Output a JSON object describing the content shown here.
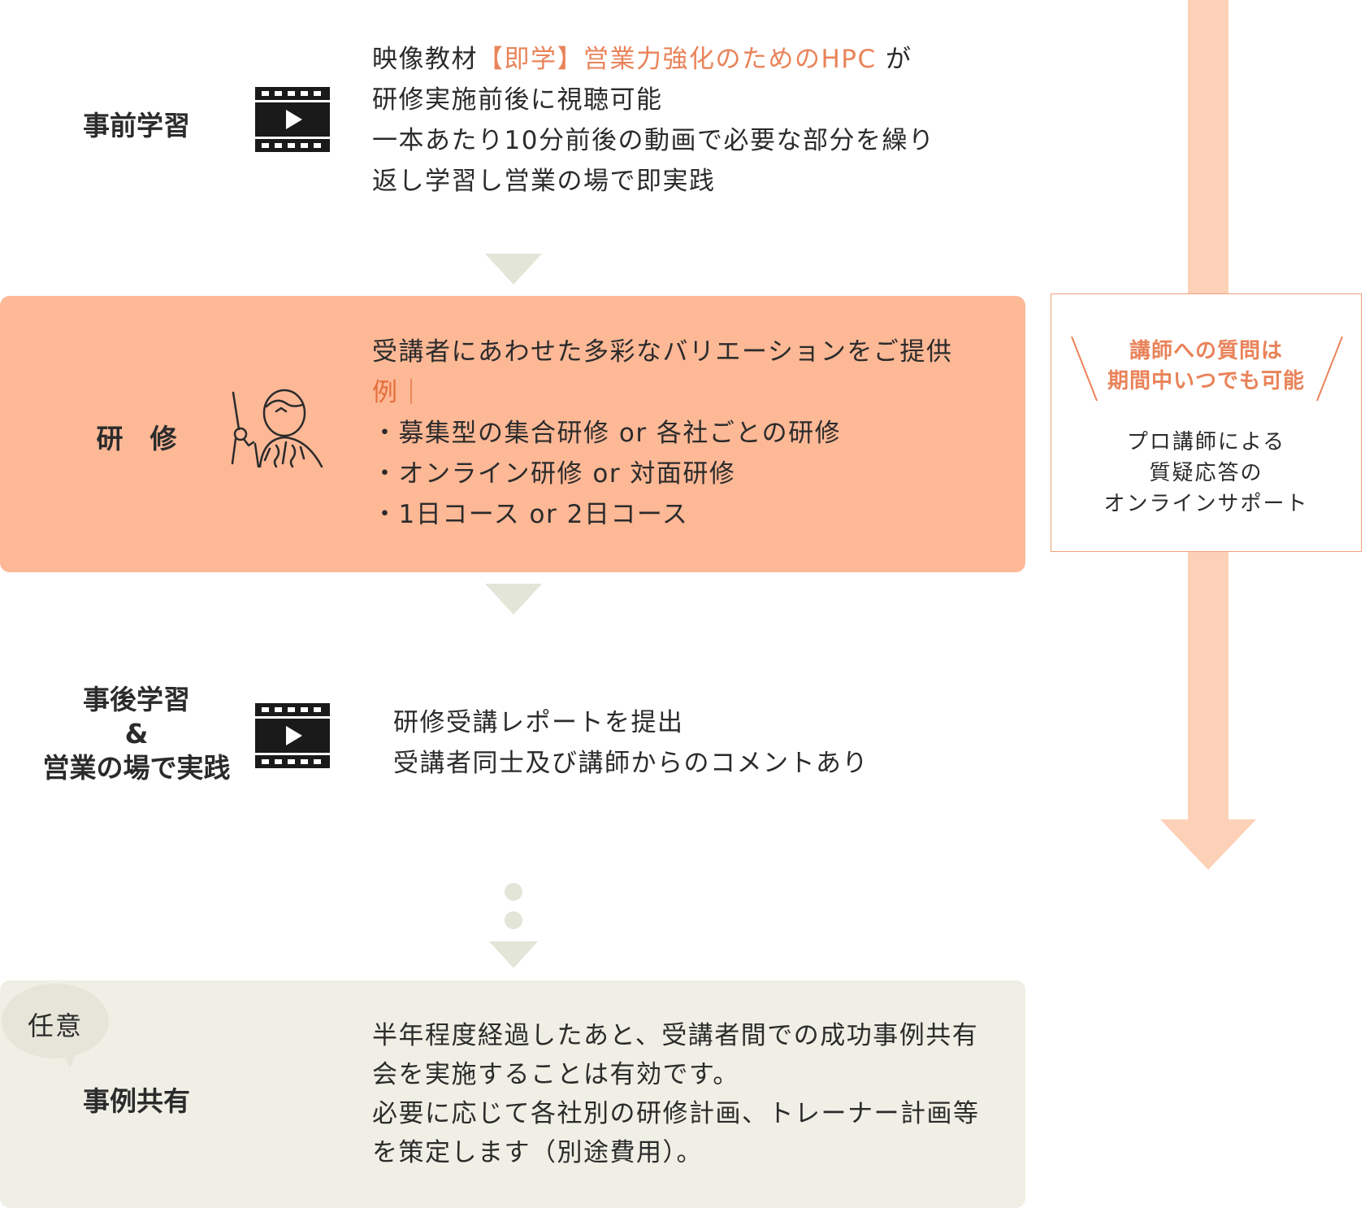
{
  "steps": {
    "pre_study": {
      "label": "事前学習",
      "line1_prefix": "映像教材",
      "line1_highlight": "【即学】営業力強化のためのHPC",
      "line1_suffix": " が",
      "line2": "研修実施前後に視聴可能",
      "line3": "一本あたり10分前後の動画で必要な部分を繰り",
      "line4": "返し学習し営業の場で即実践"
    },
    "training": {
      "label": "研　修",
      "intro": "受講者にあわせた多彩なバリエーションをご提供",
      "example_label": "例｜",
      "items": [
        "・募集型の集合研修 or 各社ごとの研修",
        "・オンライン研修 or 対面研修",
        "・1日コース or 2日コース"
      ]
    },
    "post_study": {
      "label_line1": "事後学習",
      "label_line2": "&",
      "label_line3": "営業の場で実践",
      "line1": "研修受講レポートを提出",
      "line2": "受講者同士及び講師からのコメントあり"
    },
    "case_sharing": {
      "badge": "任意",
      "label": "事例共有",
      "lines": [
        "半年程度経過したあと、受講者間での成功事例共有",
        "会を実施することは有効です。",
        "必要に応じて各社別の研修計画、トレーナー計画等",
        "を策定します（別途費用）。"
      ]
    }
  },
  "support": {
    "headline_line1": "講師への質問は",
    "headline_line2": "期間中いつでも可能",
    "body_line1": "プロ講師による",
    "body_line2": "質疑応答の",
    "body_line3": "オンラインサポート"
  },
  "icons": {
    "video": "video-play-icon",
    "instructor": "instructor-icon"
  },
  "colors": {
    "accent": "#e9835a",
    "training_box": "#fdb896",
    "share_box": "#f0efe5",
    "side_arrow": "#fdd1b8",
    "connector": "#e3e5d8"
  }
}
